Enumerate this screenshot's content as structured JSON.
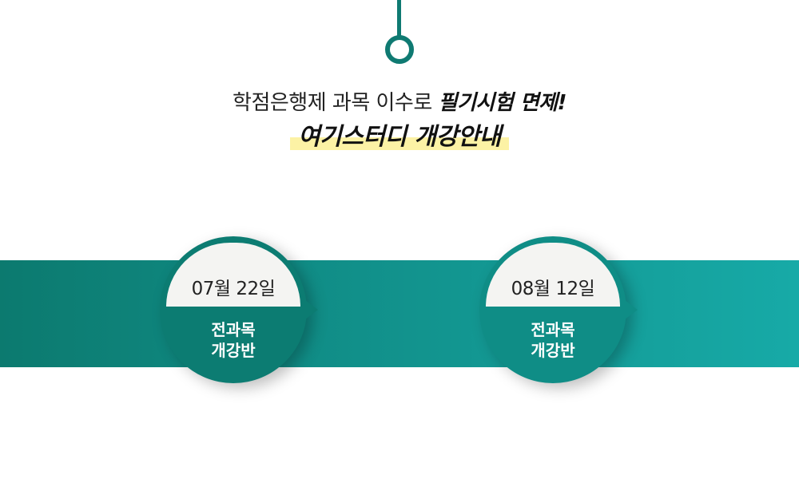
{
  "headline": {
    "text": "학점은행제 과목 이수로 ",
    "emphasis": "필기시험 면제!"
  },
  "title": "여기스터디 개강안내",
  "colors": {
    "accent": "#0f7a72",
    "highlight": "#fcf2a5",
    "band_start": "#0c7a6f",
    "band_end": "#17aaa7"
  },
  "schedule": [
    {
      "date": "07월 22일",
      "line1": "전과목",
      "line2": "개강반"
    },
    {
      "date": "08월 12일",
      "line1": "전과목",
      "line2": "개강반"
    }
  ]
}
